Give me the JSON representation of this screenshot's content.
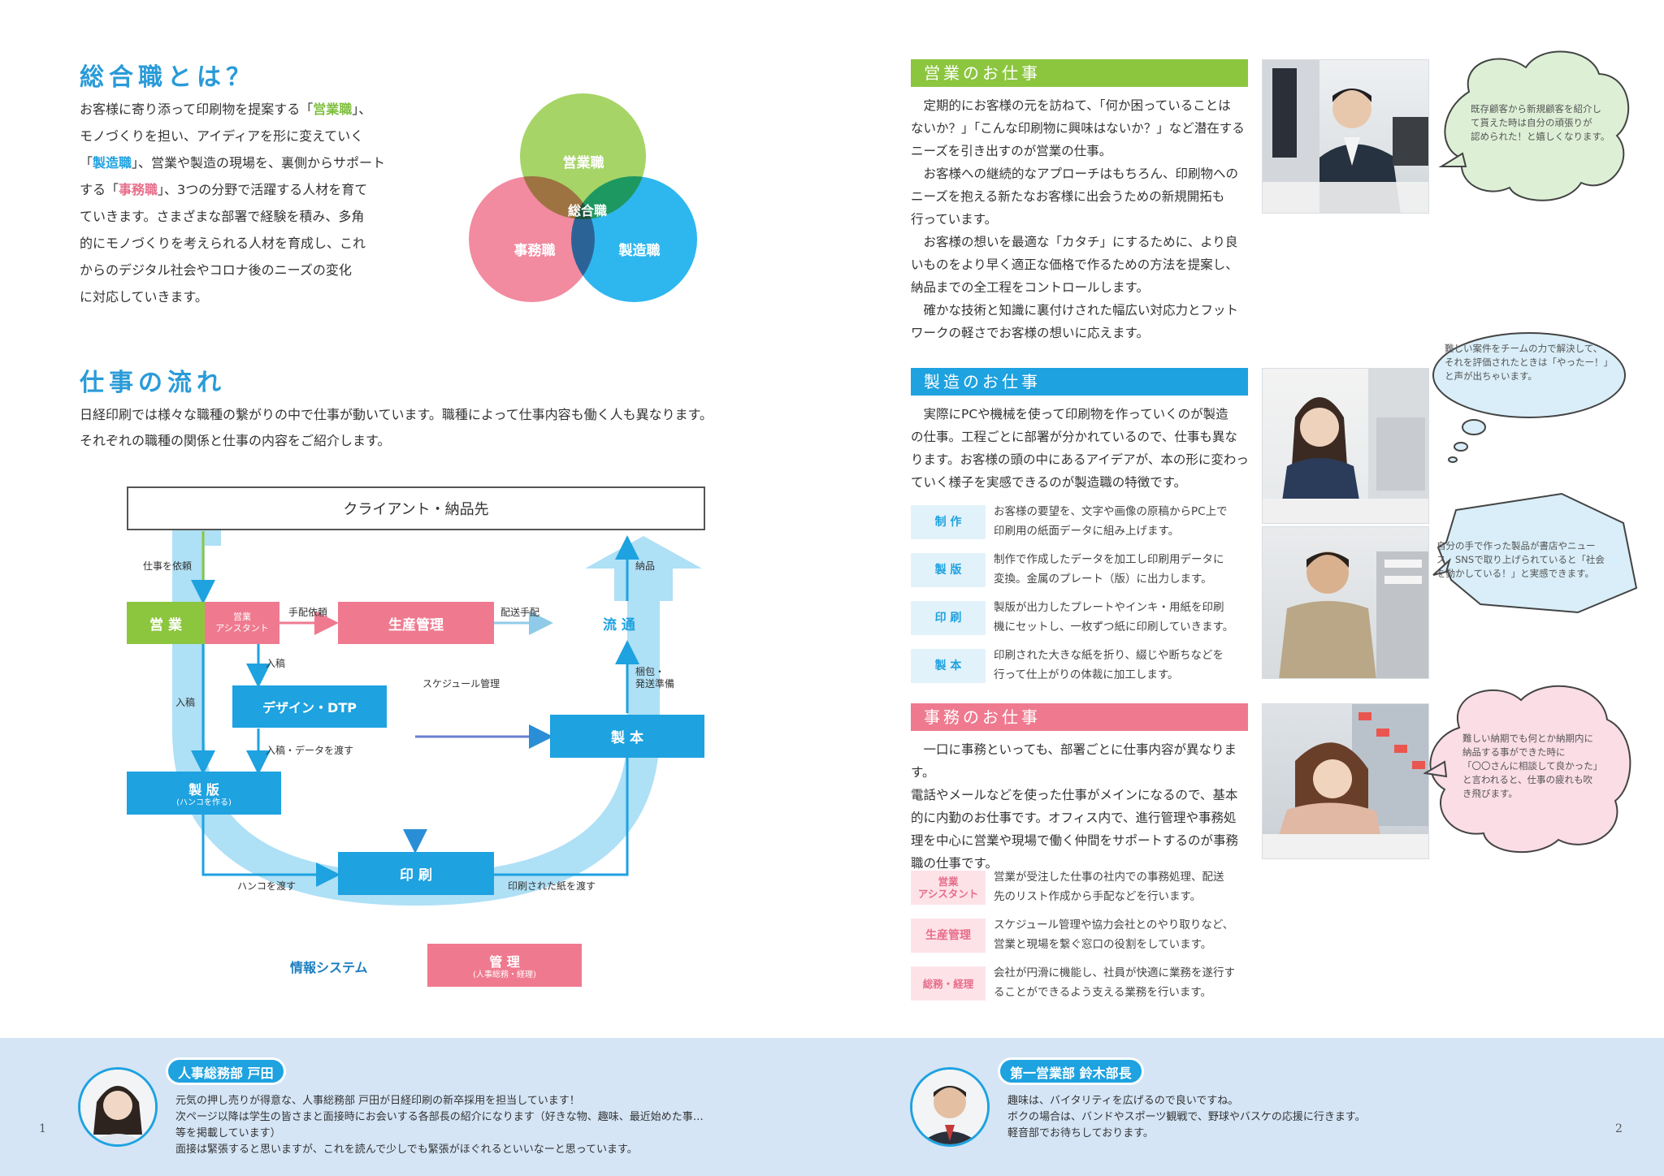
{
  "left": {
    "title1": "総合職とは？",
    "intro_lines": [
      [
        "お客様に寄り添って印刷物を提案する「",
        {
          "t": "営業職",
          "c": "green"
        },
        "」、"
      ],
      [
        "モノづくりを担い、アイディアを形に変えていく"
      ],
      [
        "「",
        {
          "t": "製造職",
          "c": "blue"
        },
        "」、営業や製造の現場を、裏側からサポート"
      ],
      [
        "する「",
        {
          "t": "事務職",
          "c": "pink"
        },
        "」、3つの分野で活躍する人材を育て"
      ],
      [
        "ていきます。さまざまな部署で経験を積み、多角"
      ],
      [
        "的にモノづくりを考えられる人材を育成し、これ"
      ],
      [
        "からのデジタル社会やコロナ後のニーズの変化"
      ],
      [
        "に対応していきます。"
      ]
    ],
    "venn": {
      "top": "営業職",
      "left": "事務職",
      "right": "製造職",
      "center": "総合職"
    },
    "title2": "仕事の流れ",
    "flow_intro": [
      "日経印刷では様々な職種の繋がりの中で仕事が動いています。職種によって仕事内容も働く人も異なります。",
      "それぞれの職種の関係と仕事の内容をご紹介します。"
    ],
    "flow": {
      "client": "クライアント・納品先",
      "sales": "営 業",
      "sales_assistant": "営業\nアシスタント",
      "production_mgmt": "生産管理",
      "distribution": "流 通",
      "design": "デザイン・DTP",
      "binding": "製 本",
      "platemaking": "製 版",
      "platemaking_sub": "(ハンコを作る)",
      "printing": "印 刷",
      "management": "管 理",
      "management_sub": "(人事総務・経理)",
      "info_system": "情報システム",
      "labels": {
        "request": "仕事を依頼",
        "arrange": "手配依頼",
        "delivery_arrange": "配送手配",
        "delivery": "納品",
        "manuscript1": "入稿",
        "manuscript2": "入稿",
        "schedule": "スケジュール管理",
        "packing": "梱包・\n発送準備",
        "pass_data": "入稿・データを渡す",
        "pass_stamp": "ハンコを渡す",
        "pass_paper": "印刷された紙を渡す"
      }
    },
    "page_number": "1"
  },
  "right": {
    "sales": {
      "heading": "営業のお仕事",
      "color": "#8cc63f",
      "body": [
        "　定期的にお客様の元を訪ねて、「何か困っていることは",
        "ないか？」「こんな印刷物に興味はないか？」など潜在する",
        "ニーズを引き出すのが営業の仕事。",
        "　お客様への継続的なアプローチはもちろん、印刷物への",
        "ニーズを抱える新たなお客様に出会うための新規開拓も",
        "行っています。",
        "　お客様の想いを最適な「カタチ」にするために、より良",
        "いものをより早く適正な価格で作るための方法を提案し、",
        "納品までの全工程をコントロールします。",
        "　確かな技術と知識に裏付けされた幅広い対応力とフット",
        "ワークの軽さでお客様の想いに応えます。"
      ],
      "bubble": [
        "既存顧客から新規顧客を紹介し",
        "て貰えた時は自分の頑張りが",
        "認められた！と嬉しくなります。"
      ]
    },
    "manufacturing": {
      "heading": "製造のお仕事",
      "color": "#1ea2e0",
      "body": [
        "　実際にPCや機械を使って印刷物を作っていくのが製造",
        "の仕事。工程ごとに部署が分かれているので、仕事も異な",
        "ります。お客様の頭の中にあるアイデアが、本の形に変わっ",
        "ていく様子を実感できるのが製造職の特徴です。"
      ],
      "processes": [
        {
          "tag": "制 作",
          "desc": [
            "お客様の要望を、文字や画像の原稿からPC上で",
            "印刷用の紙面データに組み上げます。"
          ]
        },
        {
          "tag": "製 版",
          "desc": [
            "制作で作成したデータを加工し印刷用データに",
            "変換。金属のプレート（版）に出力します。"
          ]
        },
        {
          "tag": "印 刷",
          "desc": [
            "製版が出力したプレートやインキ・用紙を印刷",
            "機にセットし、一枚ずつ紙に印刷していきます。"
          ]
        },
        {
          "tag": "製 本",
          "desc": [
            "印刷された大きな紙を折り、綴じや断ちなどを",
            "行って仕上がりの体裁に加工します。"
          ]
        }
      ],
      "bubble1": [
        "難しい案件をチームの力で解決して、",
        "それを評価されたときは「やったー！」",
        "と声が出ちゃいます。"
      ],
      "bubble2": [
        "自分の手で作った製品が書店やニュー",
        "ス、SNSで取り上げられていると「社会",
        "を動かしている！」と実感できます。"
      ]
    },
    "office": {
      "heading": "事務のお仕事",
      "color": "#ef7a8f",
      "body": [
        "　一口に事務といっても、部署ごとに仕事内容が異なります。",
        "電話やメールなどを使った仕事がメインになるので、基本",
        "的に内勤のお仕事です。オフィス内で、進行管理や事務処",
        "理を中心に営業や現場で働く仲間をサポートするのが事務",
        "職の仕事です。"
      ],
      "processes": [
        {
          "tag": "営業\nアシスタント",
          "desc": [
            "営業が受注した仕事の社内での事務処理、配送",
            "先のリスト作成から手配などを行います。"
          ]
        },
        {
          "tag": "生産管理",
          "desc": [
            "スケジュール管理や協力会社とのやり取りなど、",
            "営業と現場を繋ぐ窓口の役割をしています。"
          ]
        },
        {
          "tag": "総務・経理",
          "desc": [
            "会社が円滑に機能し、社員が快適に業務を遂行す",
            "ることができるよう支える業務を行います。"
          ]
        }
      ],
      "bubble": [
        "難しい納期でも何とか納期内に",
        "納品する事ができた時に",
        "「〇〇さんに相談して良かった」",
        "と言われると、仕事の疲れも吹",
        "き飛びます。"
      ]
    },
    "page_number": "2"
  },
  "footer": {
    "left_name": "人事総務部 戸田",
    "left_text": [
      "元気の押し売りが得意な、人事総務部 戸田が日経印刷の新卒採用を担当しています！",
      "次ページ以降は学生の皆さまと面接時にお会いする各部長の紹介になります（好きな物、趣味、最近始めた事…",
      "等を掲載しています）",
      "面接は緊張すると思いますが、これを読んで少しでも緊張がほぐれるといいなーと思っています。"
    ],
    "right_name": "第一営業部 鈴木部長",
    "right_text": [
      "趣味は、バイタリティを広げるので良いですね。",
      "ボクの場合は、バンドやスポーツ観戦で、野球やバスケの応援に行きます。",
      "軽音部でお待ちしております。"
    ]
  },
  "colors": {
    "green": "#8cc63f",
    "blue": "#1ea2e0",
    "pink": "#ef7a8f",
    "light_blue_band": "#d5e5f6"
  }
}
